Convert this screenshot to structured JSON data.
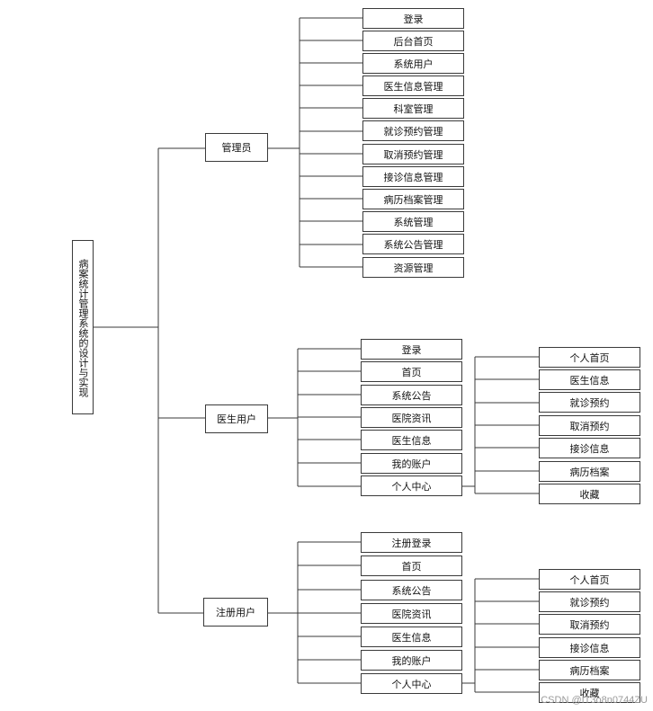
{
  "root": "病案统计管理系统的设计与实现",
  "branches": [
    {
      "label": "管理员",
      "children": [
        "登录",
        "后台首页",
        "系统用户",
        "医生信息管理",
        "科室管理",
        "就诊预约管理",
        "取消预约管理",
        "接诊信息管理",
        "病历档案管理",
        "系统管理",
        "系统公告管理",
        "资源管理"
      ]
    },
    {
      "label": "医生用户",
      "children": [
        "登录",
        "首页",
        "系统公告",
        "医院资讯",
        "医生信息",
        "我的账户",
        "个人中心"
      ],
      "sub": [
        "个人首页",
        "医生信息",
        "就诊预约",
        "取消预约",
        "接诊信息",
        "病历档案",
        "收藏"
      ]
    },
    {
      "label": "注册用户",
      "children": [
        "注册登录",
        "首页",
        "系统公告",
        "医院资讯",
        "医生信息",
        "我的账户",
        "个人中心"
      ],
      "sub": [
        "个人首页",
        "就诊预约",
        "取消预约",
        "接诊信息",
        "病历档案",
        "收藏"
      ]
    }
  ],
  "watermark": "CSDN @IT3o8n0744ZU"
}
